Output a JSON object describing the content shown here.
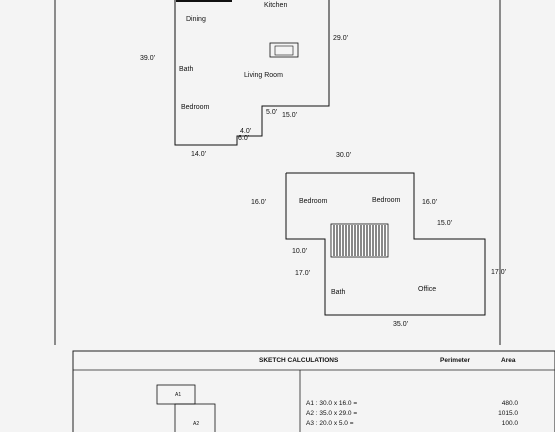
{
  "floor1": {
    "rooms": {
      "kitchen": "Kitchen",
      "dining": "Dining",
      "bath": "Bath",
      "living_room": "Living Room",
      "bedroom": "Bedroom"
    },
    "dims": {
      "left": "39.0'",
      "right": "29.0'",
      "bottom": "14.0'",
      "step_5": "5.0'",
      "step_15": "15.0'",
      "step_4": "4.0'",
      "step_6": "6.0'"
    }
  },
  "floor2": {
    "rooms": {
      "bedroom_left": "Bedroom",
      "bedroom_right": "Bedroom",
      "bath": "Bath",
      "office": "Office"
    },
    "dims": {
      "top": "30.0'",
      "left_16": "16.0'",
      "right_16": "16.0'",
      "right_15": "15.0'",
      "notch_10": "10.0'",
      "left_17": "17.0'",
      "right_17": "17.0'",
      "bottom_35": "35.0'"
    }
  },
  "calc": {
    "title": "SKETCH CALCULATIONS",
    "col_perimeter": "Perimeter",
    "col_area": "Area",
    "key_a1": "A1",
    "key_a2": "A2",
    "rows": [
      {
        "formula": "A1 : 30.0 x 16.0 =",
        "area": "480.0"
      },
      {
        "formula": "A2 : 35.0 x 29.0 =",
        "area": "1015.0"
      },
      {
        "formula": "A3 : 20.0 x 5.0 =",
        "area": "100.0"
      }
    ]
  }
}
